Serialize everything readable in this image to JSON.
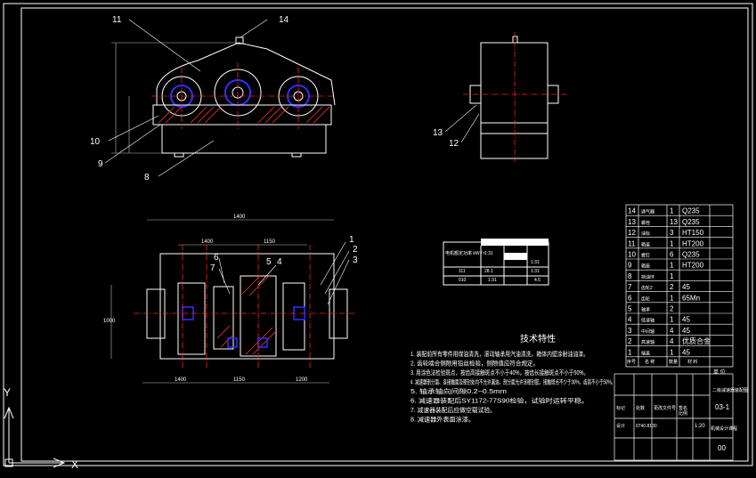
{
  "drawing": {
    "colors": {
      "background": "#000000",
      "outline": "#ffffff",
      "centerline": "#ff2020",
      "hatch": "#ff3030",
      "bearing": "#3030ff",
      "dimension": "#bfbfbf"
    },
    "balloons": {
      "top_view": [
        "11",
        "14",
        "10",
        "9",
        "8"
      ],
      "side_view": [
        "13",
        "12"
      ],
      "plan_view": [
        "1",
        "2",
        "3",
        "6",
        "7",
        "5",
        "4"
      ]
    },
    "dimensions": {
      "plan_overall": "1400",
      "plan_left": "1400",
      "plan_mid": "1150",
      "plan_height": "1000",
      "plan_bottom_left": "1400",
      "plan_bottom_mid": "1150",
      "plan_bottom_right": "1200"
    },
    "tech_spec": {
      "title": "技术特性",
      "row_labels": [
        "电机额定功率 kW / r",
        "111",
        "010"
      ],
      "cells": [
        "1:31",
        "1:31",
        "28.1",
        "1:31",
        "1:31",
        "4.5"
      ]
    },
    "notes_title": "技术特性",
    "notes": [
      "1. 装配前所有零件用煤油清洗，滚动轴承用汽油清洗，箱体内壁涂耐油油漆。",
      "2. 齿轮啮合侧隙用铅丝检验，侧隙值应符合规定。",
      "3. 用涂色法检验斑点，按齿高接触斑点不小于40%，按齿长接触斑点不小于50%。",
      "4. 减速器剖分面、各接触面及密封处均不允许漏油，剖分面允许涂密封胶，接触斑点不少于30%，齿高不小于50%。",
      "5. 轴承轴向间隙0.2~0.5mm",
      "6. 减速器装配后SY1172-77S90检验，试验时运转平稳。",
      "7. 减速器装配后应做空载试验。",
      "8. 减速器外表面涂漆。"
    ],
    "parts_list": [
      {
        "no": "14",
        "name": "通气器",
        "qty": "1",
        "material": "Q235"
      },
      {
        "no": "13",
        "name": "螺栓",
        "qty": "13",
        "material": "Q235"
      },
      {
        "no": "12",
        "name": "油标",
        "qty": "3",
        "material": "HT150"
      },
      {
        "no": "11",
        "name": "箱盖",
        "qty": "1",
        "material": "HT200"
      },
      {
        "no": "10",
        "name": "螺钉",
        "qty": "6",
        "material": "Q235"
      },
      {
        "no": "9",
        "name": "箱座",
        "qty": "1",
        "material": "HT200"
      },
      {
        "no": "8",
        "name": "挡油环",
        "qty": "1",
        "material": ""
      },
      {
        "no": "7",
        "name": "齿轮2",
        "qty": "2",
        "material": "45"
      },
      {
        "no": "6",
        "name": "齿轮",
        "qty": "1",
        "material": "65Mn"
      },
      {
        "no": "5",
        "name": "轴承",
        "qty": "2",
        "material": ""
      },
      {
        "no": "4",
        "name": "低速轴",
        "qty": "1",
        "material": "45"
      },
      {
        "no": "3",
        "name": "中间轴",
        "qty": "4",
        "material": "45"
      },
      {
        "no": "2",
        "name": "高速轴",
        "qty": "4",
        "material": "优质合金"
      },
      {
        "no": "1",
        "name": "端盖",
        "qty": "1",
        "material": "45"
      }
    ],
    "parts_header": {
      "no": "序号",
      "name": "名 称",
      "qty": "数量",
      "material": "材 料"
    },
    "title_block": {
      "company": "单 位",
      "drawing_title": "二级减速器装配图",
      "drawing_no": "03-1",
      "scale_label": "比例",
      "scale": "1:20",
      "designer_label": "设计",
      "designer": "0740.8130",
      "school": "机械设计课程",
      "sheet": "00",
      "row1": "标记",
      "row2": "处数",
      "row3": "更改文件号",
      "row4": "签名"
    },
    "ucs": {
      "x": "X",
      "y": "Y"
    }
  }
}
